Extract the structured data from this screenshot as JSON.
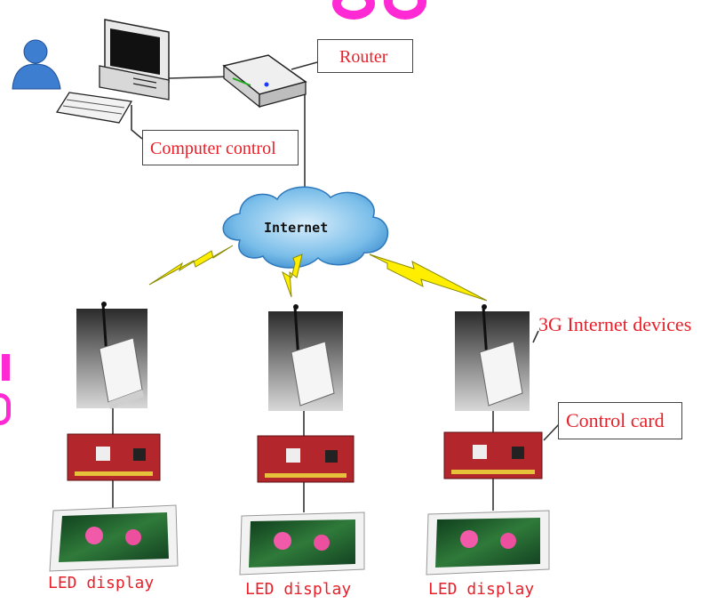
{
  "diagram": {
    "nodes": {
      "router": "Router",
      "computer": "Computer control",
      "internet": "Internet",
      "devices": "3G Internet devices",
      "control_card": "Control card",
      "led_1": "LED display",
      "led_2": "LED display",
      "led_3": "LED display"
    },
    "icons": {
      "user": "user-icon",
      "computer": "computer-icon",
      "router": "router-icon",
      "cloud": "cloud-icon",
      "lightning": "lightning-icon",
      "modem": "modem-icon",
      "card": "control-card-icon",
      "led": "led-panel-icon"
    },
    "colors": {
      "label_text": "#e8202a",
      "cloud": "#6fb6e8",
      "lightning": "#ffee00",
      "card": "#b3262c",
      "decoration": "#ff2ad4"
    }
  }
}
